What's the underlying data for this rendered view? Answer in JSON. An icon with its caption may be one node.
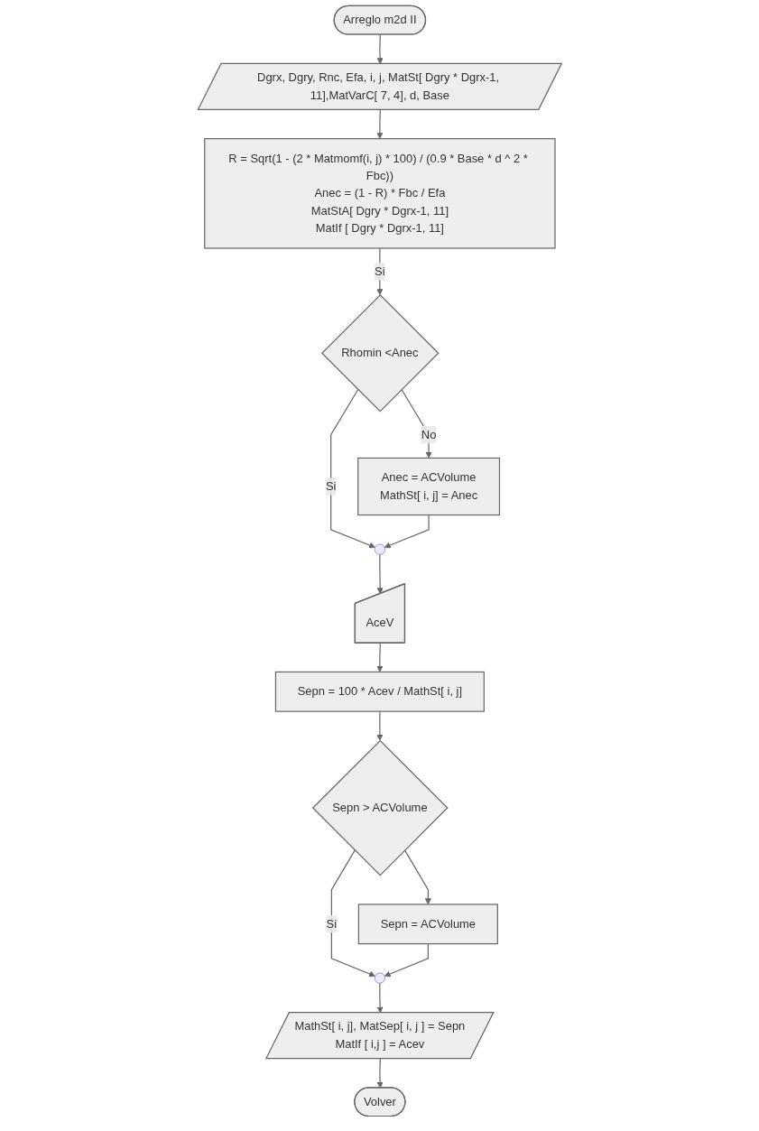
{
  "diagram": {
    "nodes": [
      {
        "text": [
          "Arreglo m2d II"
        ]
      },
      {
        "text": [
          "Dgrx, Dgry, Rnc, Efa, i, j, MatSt[ Dgry * Dgrx-1, 11],MatVarC[ 7, 4], d, Base"
        ]
      },
      {
        "text": [
          "R = Sqrt(1 - (2 * Matmomf(i, j) * 100) / (0.9 * Base * d ^ 2 * Fbc))",
          "Anec = (1 - R) * Fbc / Efa",
          "MatStA[ Dgry * Dgrx-1, 11]",
          "MatIf [ Dgry * Dgrx-1, 11]"
        ]
      },
      {
        "text": [
          "Rhomin <Anec"
        ]
      },
      {
        "text": [
          "Anec = ACVolume",
          "MathSt[ i, j] = Anec"
        ]
      },
      {
        "text": [],
        "shape": "circle"
      },
      {
        "text": [
          "AceV"
        ]
      },
      {
        "text": [
          "Sepn = 100 * Acev / MathSt[ i, j]"
        ]
      },
      {
        "text": [
          "Sepn > ACVolume"
        ]
      },
      {
        "text": [
          "Sepn = ACVolume"
        ]
      },
      {
        "text": [],
        "shape": "circle"
      },
      {
        "text": [
          "MathSt[ i, j], MatSep[ i, j ] =  Sepn",
          "MatIf [ i,j ] = Acev"
        ]
      },
      {
        "text": [
          "Volver"
        ]
      }
    ],
    "edges": [
      {
        "from": 0,
        "to": 1,
        "arrow": "to"
      },
      {
        "from": 1,
        "to": 2,
        "arrow": "to"
      },
      {
        "from": 2,
        "to": 3,
        "arrow": "to",
        "label": "Si"
      },
      {
        "from": 3,
        "to": 4,
        "arrow": "to",
        "label": "No"
      },
      {
        "from": 3,
        "to": 5,
        "arrow": "to",
        "label": "Si"
      },
      {
        "from": 4,
        "to": 5,
        "arrow": "to"
      },
      {
        "from": 5,
        "to": 6,
        "arrow": "to"
      },
      {
        "from": 6,
        "to": 7,
        "arrow": "to"
      },
      {
        "from": 7,
        "to": 8,
        "arrow": "to"
      },
      {
        "from": 8,
        "to": 9,
        "arrow": "to"
      },
      {
        "from": 8,
        "to": 10,
        "arrow": "to",
        "label": "Si"
      },
      {
        "from": 9,
        "to": 10,
        "arrow": "to"
      },
      {
        "from": 10,
        "to": 11,
        "arrow": "to"
      },
      {
        "from": 11,
        "to": 12,
        "arrow": "to"
      }
    ]
  }
}
